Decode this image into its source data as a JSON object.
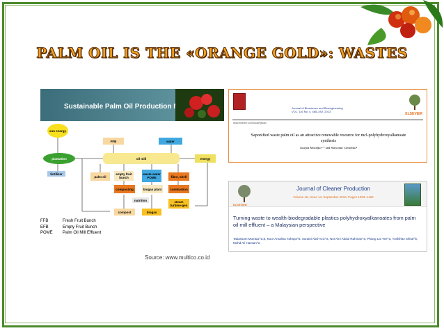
{
  "title": "PALM OIL IS THE «ORANGE GOLD»: WASTES",
  "model": {
    "header": "Sustainable Palm Oil Production Model",
    "nodes": {
      "sun_energy": "sun energy",
      "ffb": "FFB",
      "water": "water",
      "plantation": "plantation",
      "oil_mill": "oil mill",
      "energy": "energy",
      "fertilizer": "fertilizer",
      "palm_oil": "palm oil",
      "empty_fruit_bunch": "empty fruit bunch",
      "waste_water_pome": "waste water POME",
      "fibre_shell": "fibre, shell",
      "composting": "composting",
      "biogas_plant": "biogas plant",
      "combustion": "combustion",
      "nutrition": "nutrition",
      "steam_turbine": "steam turbine-gen",
      "compost": "compost",
      "biogas": "biogas"
    },
    "legend": [
      {
        "abbr": "FFB",
        "desc": "Fresh Fruit Bunch"
      },
      {
        "abbr": "EFB",
        "desc": "Empty Fruit Bunch"
      },
      {
        "abbr": "POME",
        "desc": "Palm Oil Mill Effluent"
      }
    ]
  },
  "source": "Source: www.multico.co.id",
  "paper1": {
    "journal": "Journal of Bioscience and Bioengineering",
    "journal_vol": "VOL. 116 No. 4, 485–492, 2013",
    "publisher": "ELSEVIER",
    "url": "www.elsevier.com/locate/jbiosc",
    "title": "Saponified waste palm oil as an attractive renewable resource for mcl-polyhydroxyalkanoate synthesis",
    "authors": "Justyna Możejko¹·* and Sławomir Ciesielski²"
  },
  "paper2": {
    "journal": "Journal of Cleaner Production",
    "volume": "Volume 18, Issue 14, September 2010, Pages 1393–1402",
    "publisher": "ELSEVIER",
    "title": "Turning waste to wealth-biodegradable plastics polyhydroxyalkanoates from palm oil mill effluent – a Malaysian perspective",
    "authors": "Tabassum Mumtaz^a,b, Noor Amalina Yahaya^a, Suraini Abd-Aziz^a, Nor'Aini Abdul Rahman^a, Phang Lai Yee^a, Yoshihito Shirai^b, Mohd Ali Hassan^a"
  },
  "colors": {
    "frame": "#4a8a2a",
    "title_fill": "#f0a020",
    "title_stroke": "#5a2a00"
  }
}
